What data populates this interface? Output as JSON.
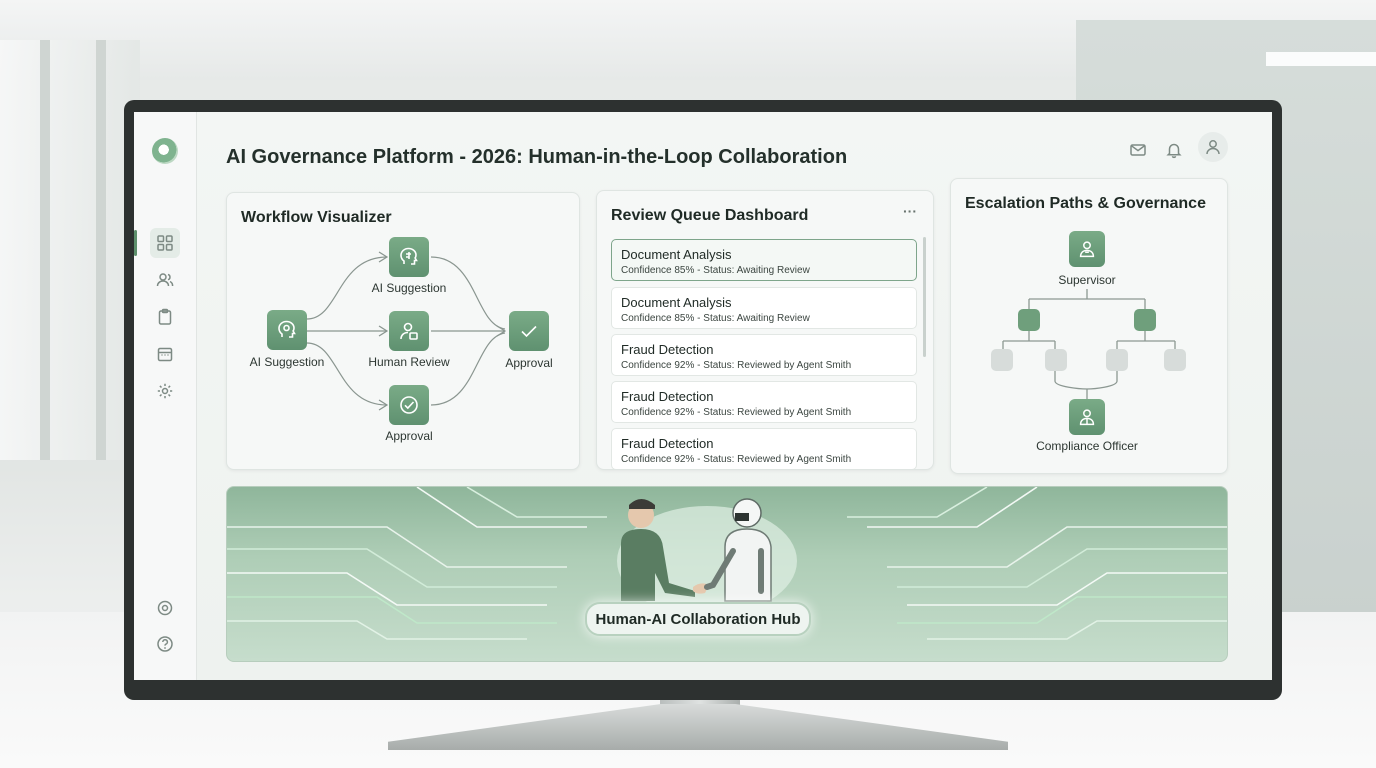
{
  "header": {
    "title": "AI Governance Platform - 2026: Human-in-the-Loop Collaboration",
    "icons": [
      "mail-icon",
      "bell-icon",
      "user-icon"
    ]
  },
  "sidebar": {
    "items": [
      {
        "icon": "grid-icon",
        "active": true
      },
      {
        "icon": "users-icon",
        "active": false
      },
      {
        "icon": "clipboard-icon",
        "active": false
      },
      {
        "icon": "calendar-icon",
        "active": false
      },
      {
        "icon": "gear-icon",
        "active": false
      }
    ],
    "bottom": [
      "settings-icon",
      "help-icon"
    ]
  },
  "workflow": {
    "title": "Workflow Visualizer",
    "nodes": {
      "start": "AI Suggestion",
      "top": "AI Suggestion",
      "middle": "Human Review",
      "bottom": "Approval",
      "end": "Approval"
    }
  },
  "queue": {
    "title": "Review Queue Dashboard",
    "menu": "···",
    "items": [
      {
        "name": "Document Analysis",
        "detail": "Confidence 85% - Status: Awaiting Review"
      },
      {
        "name": "Document Analysis",
        "detail": "Confidence 85% - Status: Awaiting Review"
      },
      {
        "name": "Fraud Detection",
        "detail": "Confidence 92% - Status: Reviewed by Agent Smith"
      },
      {
        "name": "Fraud Detection",
        "detail": "Confidence 92% - Status: Reviewed by Agent Smith"
      },
      {
        "name": "Fraud Detection",
        "detail": "Confidence 92% - Status: Reviewed by Agent Smith"
      }
    ]
  },
  "escalation": {
    "title": "Escalation Paths & Governance",
    "top_role": "Supervisor",
    "bottom_role": "Compliance Officer"
  },
  "hub": {
    "label": "Human-AI Collaboration Hub"
  },
  "colors": {
    "accent": "#6f9f7c",
    "text": "#1f2a25"
  }
}
